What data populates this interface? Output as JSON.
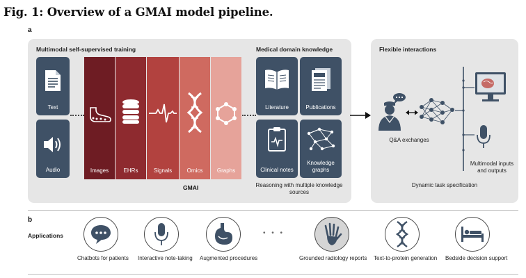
{
  "figure": {
    "title": "Fig. 1: Overview of a GMAI model pipeline.",
    "panel_a": "a",
    "panel_b": "b"
  },
  "training": {
    "title": "Multimodal self-supervised training",
    "inputs": [
      {
        "label": "Text",
        "icon": "document-icon"
      },
      {
        "label": "Audio",
        "icon": "speaker-icon"
      }
    ],
    "modalities": [
      {
        "label": "Images",
        "icon": "foot-xray-icon",
        "color": "#6e1c23"
      },
      {
        "label": "EHRs",
        "icon": "database-icon",
        "color": "#8e2a2f"
      },
      {
        "label": "Signals",
        "icon": "waveform-icon",
        "color": "#b2423f"
      },
      {
        "label": "Omics",
        "icon": "dna-icon",
        "color": "#cf6a60"
      },
      {
        "label": "Graphs",
        "icon": "molecule-icon",
        "color": "#e6a39a"
      }
    ],
    "model_name": "GMAI"
  },
  "knowledge": {
    "title": "Medical domain knowledge",
    "sources": [
      {
        "label": "Literature",
        "icon": "open-book-icon"
      },
      {
        "label": "Publications",
        "icon": "newspaper-icon"
      },
      {
        "label": "Clinical notes",
        "icon": "clipboard-icon"
      },
      {
        "label": "Knowledge graphs",
        "icon": "network-icon"
      }
    ],
    "caption": "Reasoning with multiple knowledge sources"
  },
  "interactions": {
    "title": "Flexible interactions",
    "qa_label": "Q&A exchanges",
    "io_label": "Multimodal inputs and outputs",
    "dynamic_label": "Dynamic task specification"
  },
  "applications": {
    "heading": "Applications",
    "items": [
      {
        "label": "Chatbots for patients",
        "icon": "chat-bubble-icon"
      },
      {
        "label": "Interactive note-taking",
        "icon": "microphone-icon"
      },
      {
        "label": "Augmented procedures",
        "icon": "stomach-icon"
      },
      {
        "label": "Grounded radiology reports",
        "icon": "hand-xray-icon"
      },
      {
        "label": "Text-to-protein generation",
        "icon": "dna-icon"
      },
      {
        "label": "Bedside decision support",
        "icon": "hospital-bed-icon"
      }
    ],
    "ellipsis": "• • •"
  },
  "colors": {
    "panel_bg": "#e6e6e6",
    "tile_bg": "#3f5166",
    "accent_red": "#8e2a2f"
  }
}
